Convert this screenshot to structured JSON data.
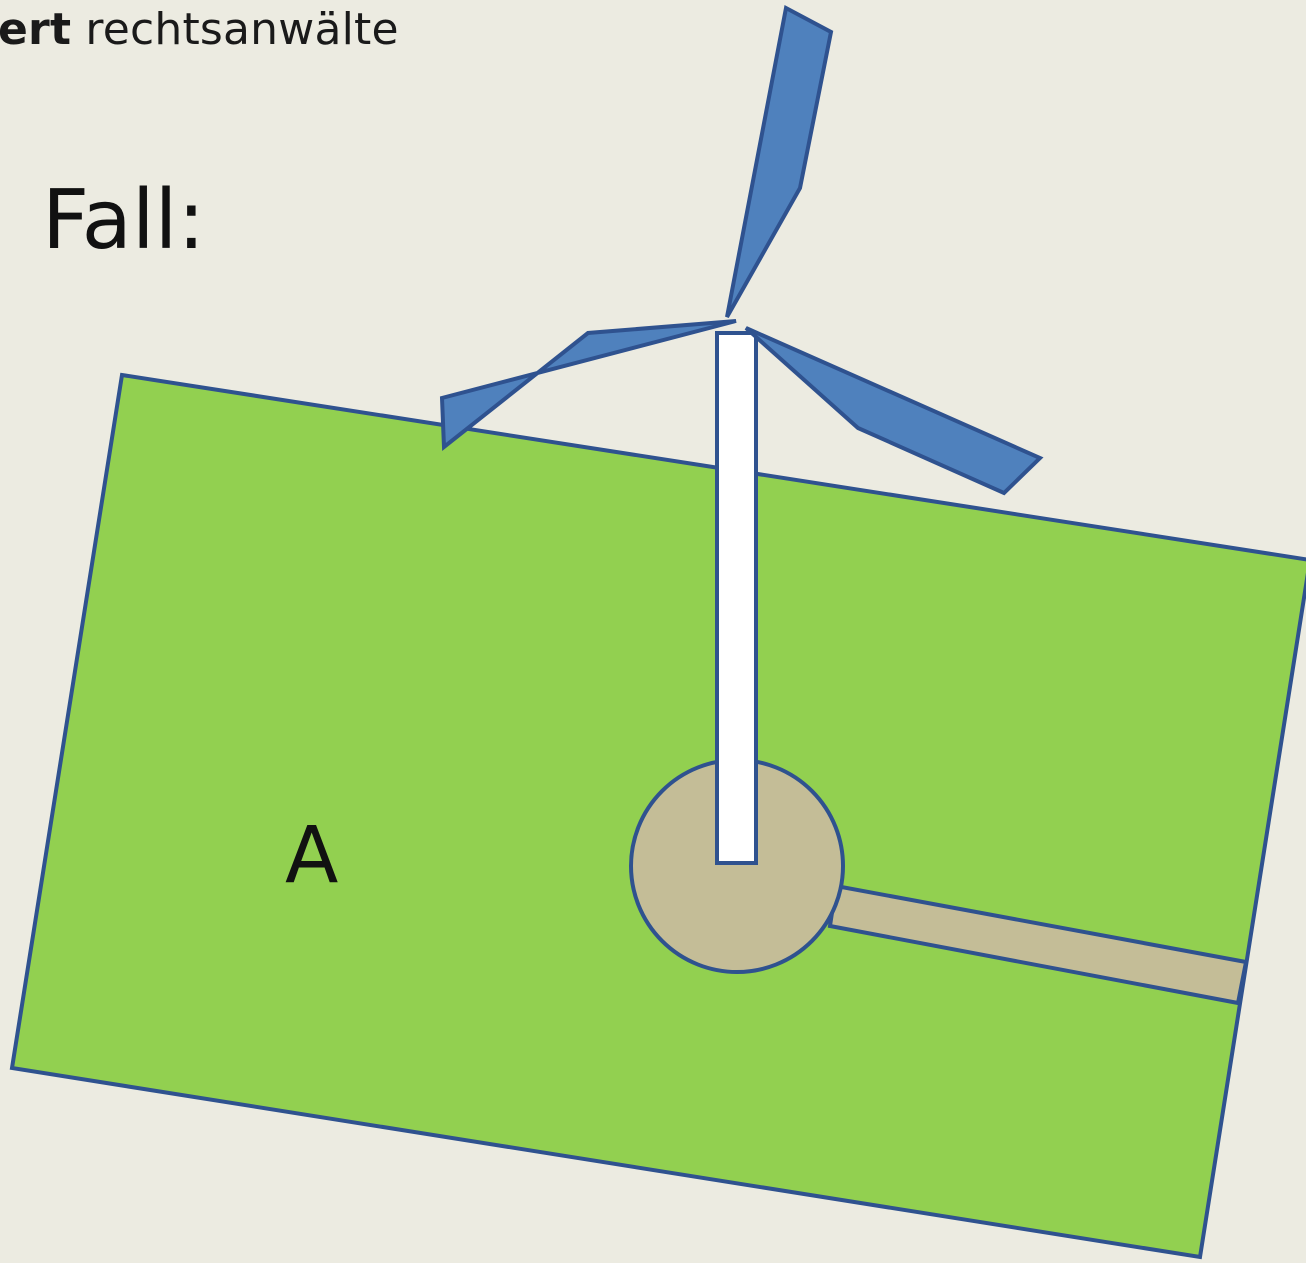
{
  "header": {
    "bold_part": "ert",
    "regular_part": " rechtsanwälte"
  },
  "slide": {
    "title": "Fall:"
  },
  "diagram": {
    "parcel_label": "A",
    "colors": {
      "background": "#ecebe1",
      "parcel_fill": "#92d050",
      "outline": "#2f528f",
      "blade_fill": "#4f81bd",
      "tower_fill": "#ffffff",
      "foundation_fill": "#c4bd97"
    }
  }
}
